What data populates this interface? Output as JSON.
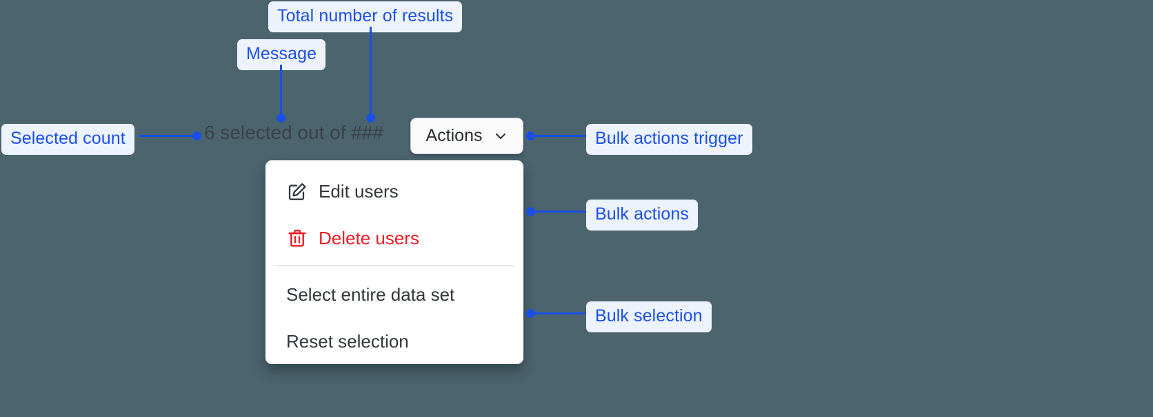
{
  "canvas": {
    "background_color": "#4c646e",
    "annotation_color": "#1a50e8",
    "annotation_pill_bg": "#edf3fd"
  },
  "toolbar": {
    "count_message": "6 selected out of ###",
    "selected_count": "6",
    "total_results_placeholder": "###",
    "actions_trigger_label": "Actions",
    "chevron_icon": "chevron-down-icon"
  },
  "menu": {
    "bulk_actions": [
      {
        "label": "Edit users",
        "icon": "edit-pencil-icon",
        "danger": false
      },
      {
        "label": "Delete users",
        "icon": "trash-icon",
        "danger": true
      }
    ],
    "bulk_selection": [
      {
        "label": "Select entire data set",
        "icon": null,
        "danger": false
      },
      {
        "label": "Reset selection",
        "icon": null,
        "danger": false
      }
    ]
  },
  "annotations": [
    {
      "id": "total-results",
      "label": "Total number of results"
    },
    {
      "id": "message",
      "label": "Message"
    },
    {
      "id": "selected-count",
      "label": "Selected count"
    },
    {
      "id": "bulk-actions-trigger",
      "label": "Bulk actions trigger"
    },
    {
      "id": "bulk-actions",
      "label": "Bulk actions"
    },
    {
      "id": "bulk-selection",
      "label": "Bulk selection"
    }
  ]
}
